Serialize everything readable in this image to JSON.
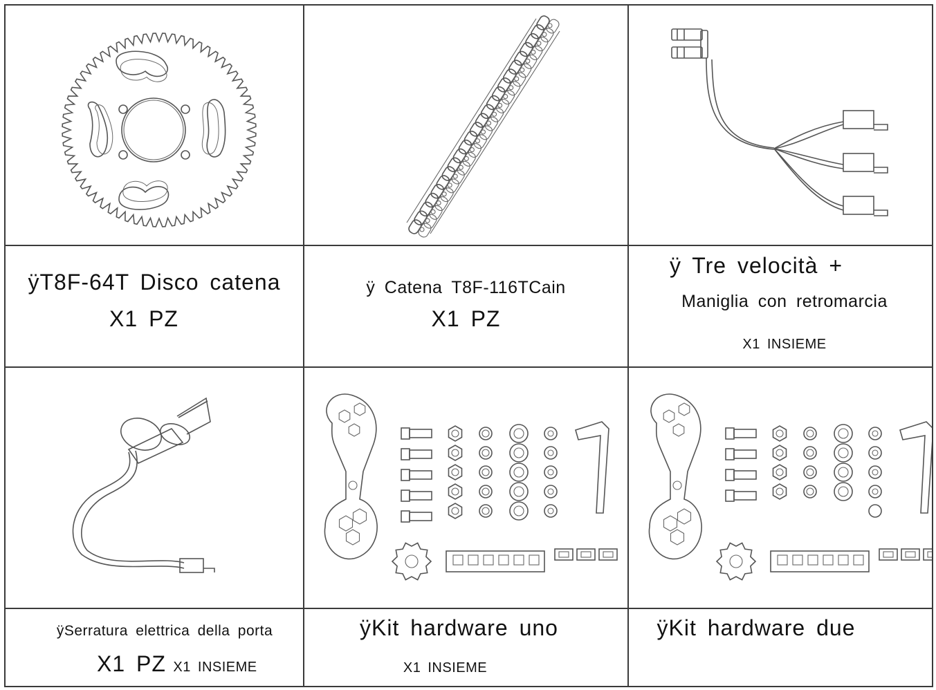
{
  "items": [
    {
      "name": "ÿT8F-64T Disco catena",
      "qty": "X1 PZ"
    },
    {
      "name": "ÿ Catena T8F-116TCain",
      "qty": "X1 PZ"
    },
    {
      "name": "ÿ Tre velocità +",
      "name2": "Maniglia con retromarcia",
      "qty": "X1 INSIEME"
    },
    {
      "name": "ÿSerratura elettrica della porta",
      "qty": "X1 PZ",
      "qty2": "X1 INSIEME"
    },
    {
      "name": "ÿKit hardware uno",
      "qty": "X1 INSIEME"
    },
    {
      "name": "ÿKit hardware due"
    }
  ],
  "illustrations": [
    "sprocket-icon",
    "chain-icon",
    "throttle-handle-icon",
    "electric-lock-icon",
    "hardware-kit-icon",
    "hardware-kit-icon"
  ]
}
